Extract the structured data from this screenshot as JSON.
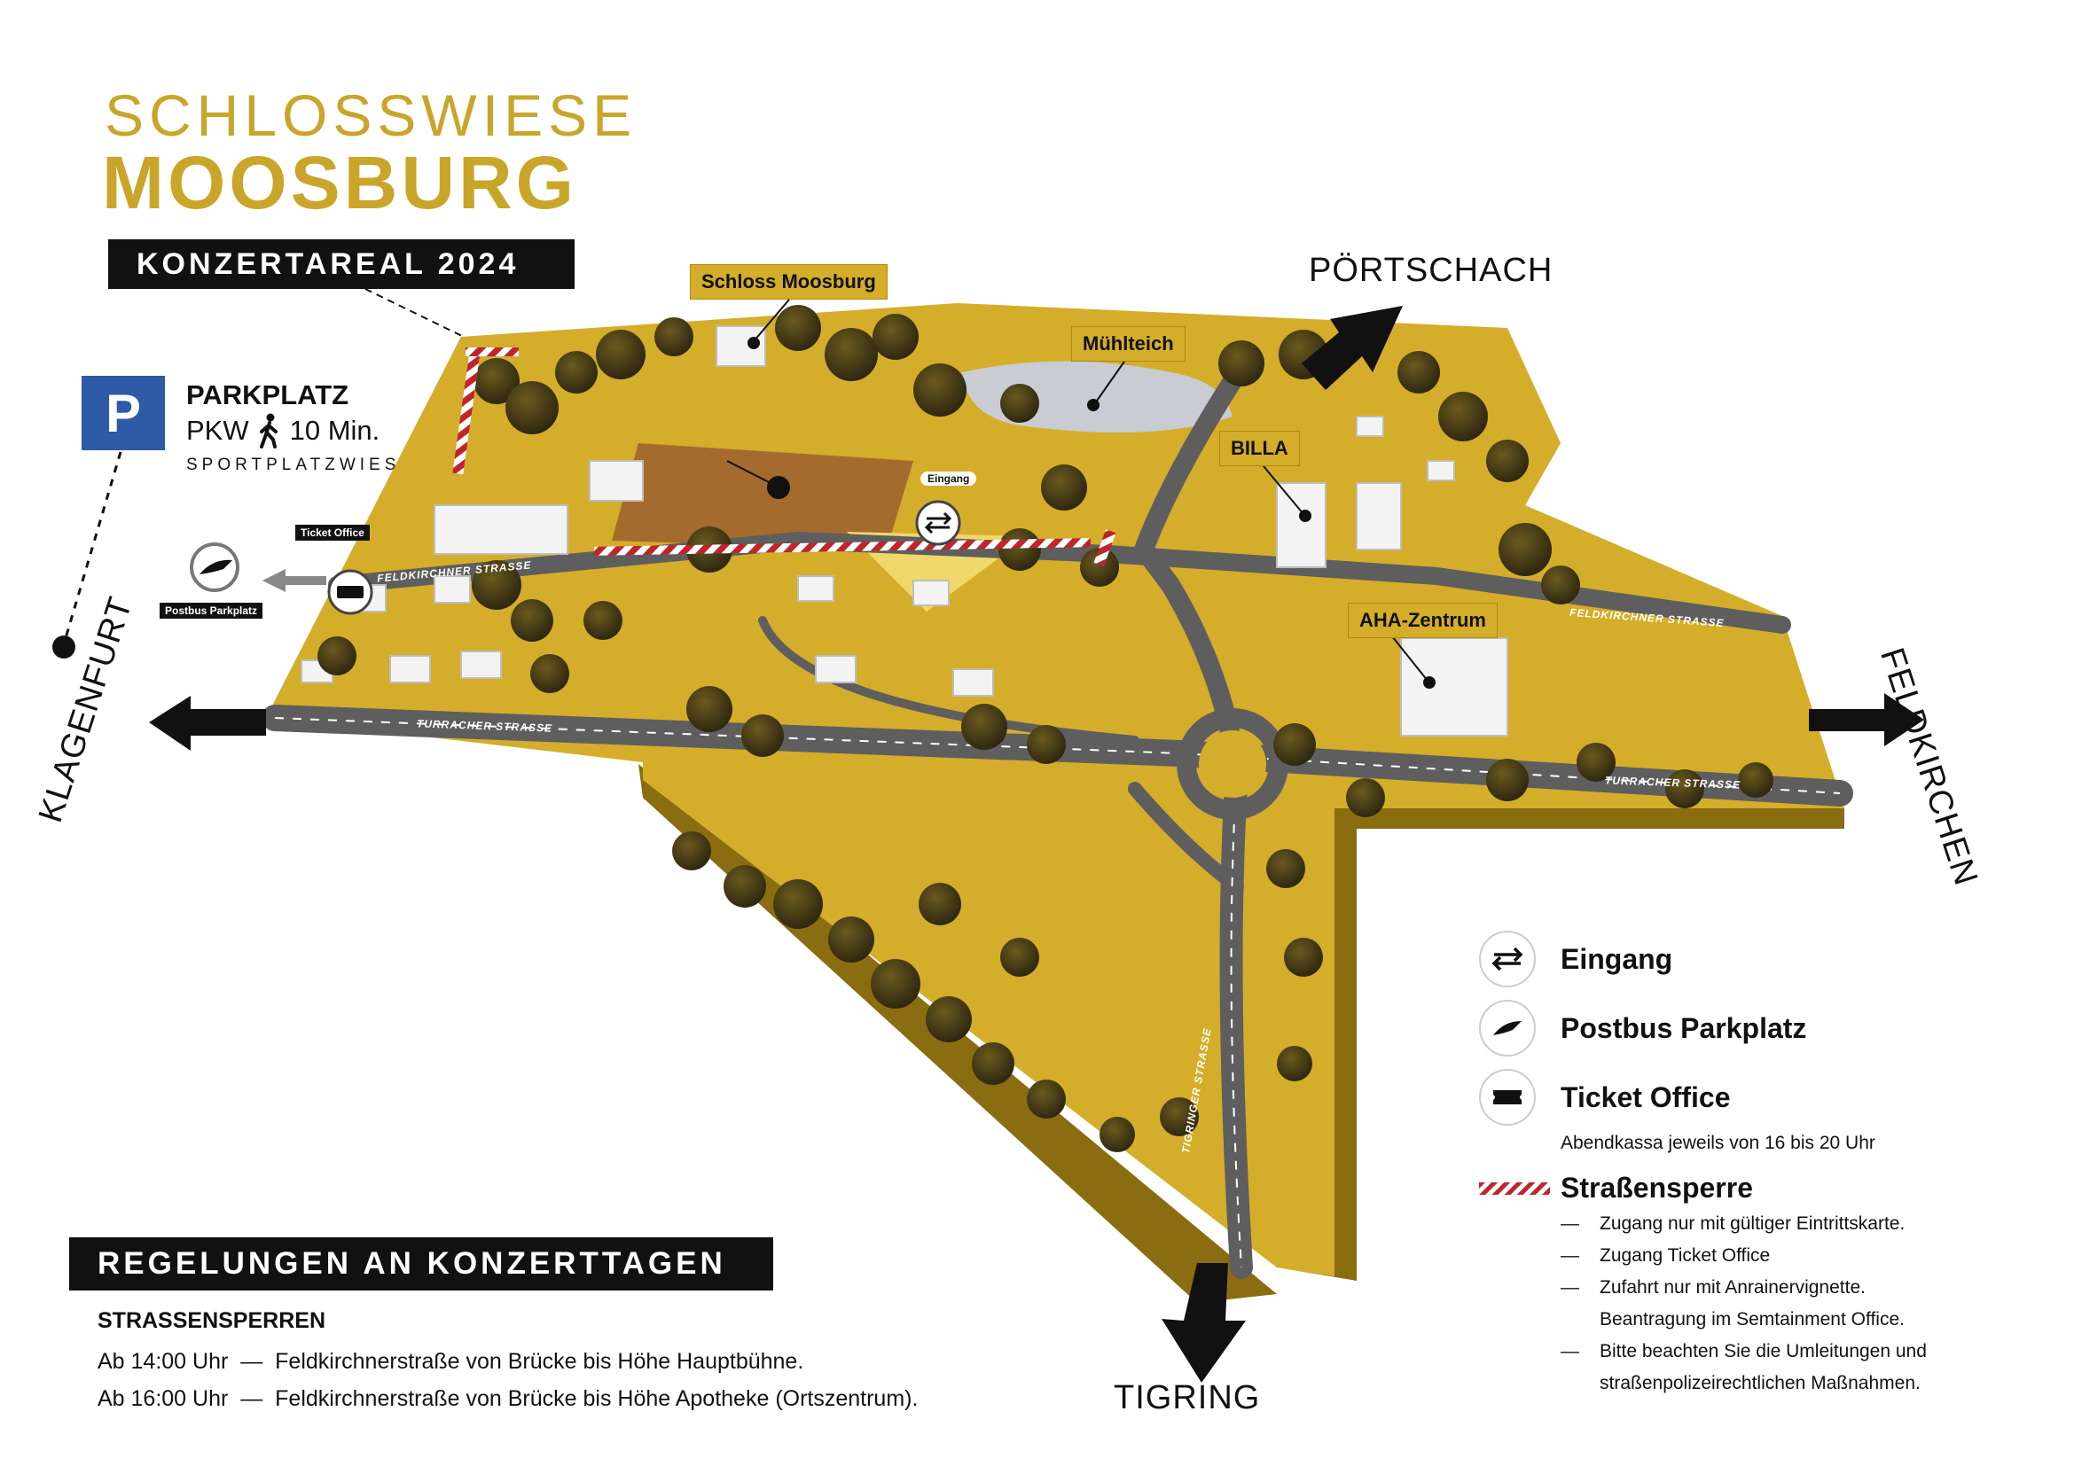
{
  "header": {
    "title_line1": "SCHLOSSWIESE",
    "title_line2": "MOOSBURG",
    "banner": "KONZERTAREAL 2024"
  },
  "parking": {
    "badge": "P",
    "title": "PARKPLATZ",
    "mode": "PKW",
    "walk_time": "10 Min.",
    "location": "SPORTPLATZWIESE"
  },
  "directions": {
    "north": "PÖRTSCHACH",
    "south": "TIGRING",
    "west": "KLAGENFURT",
    "east": "FELDKIRCHEN"
  },
  "map_labels": {
    "schloss": "Schloss Moosburg",
    "muehlteich": "Mühlteich",
    "billa": "BILLA",
    "aha": "AHA-Zentrum",
    "eingang_small": "Eingang",
    "ticket_office_small": "Ticket Office",
    "postbus_small": "Postbus Parkplatz",
    "road_feldkirchner_1": "FELDKIRCHNER STRASSE",
    "road_feldkirchner_2": "FELDKIRCHNER STRASSE",
    "road_turracher_1": "TURRACHER STRASSE",
    "road_turracher_2": "TURRACHER STRASSE",
    "road_tigringer": "TIGRINGER STRASSE"
  },
  "legend": {
    "eingang": "Eingang",
    "postbus": "Postbus Parkplatz",
    "ticket": "Ticket Office",
    "ticket_sub": "Abendkassa jeweils von 16 bis 20 Uhr",
    "sperre": "Straßensperre",
    "notes": [
      "Zugang nur mit gültiger Eintrittskarte.",
      "Zugang Ticket Office",
      "Zufahrt nur mit Anrainervignette.",
      "Beantragung im Semtainment Office.",
      "Bitte beachten Sie die Umleitungen und",
      "straßenpolizeirechtlichen Maßnahmen."
    ],
    "note_dashes": [
      "—",
      "—",
      "—",
      "",
      "—",
      ""
    ]
  },
  "rules": {
    "banner": "REGELUNGEN AN KONZERTTAGEN",
    "heading": "STRASSENSPERREN",
    "items": [
      {
        "time": "Ab 14:00 Uhr",
        "sep": "—",
        "text": "Feldkirchnerstraße von Brücke bis Höhe Hauptbühne."
      },
      {
        "time": "Ab 16:00 Uhr",
        "sep": "—",
        "text": "Feldkirchnerstraße von Brücke bis Höhe Apotheke (Ortszentrum)."
      }
    ]
  },
  "colors": {
    "gold": "#c9a62a",
    "terrain": "#d4ad2a",
    "road": "#5e5e5e",
    "parking_blue": "#2e5aa8",
    "barrier_red": "#c0242c"
  }
}
